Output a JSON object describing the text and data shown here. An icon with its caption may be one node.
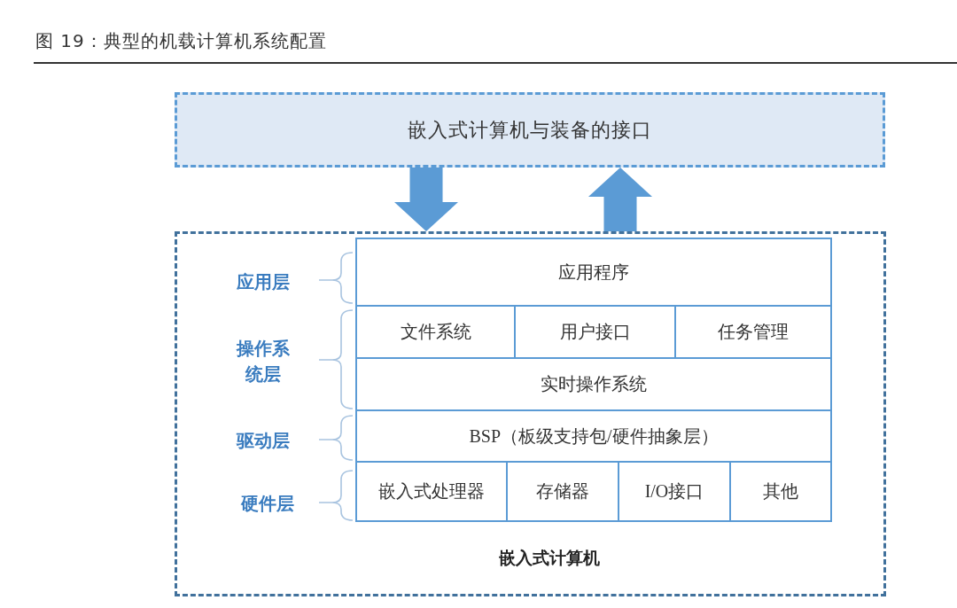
{
  "diagram": {
    "title": "图 19：典型的机载计算机系统配置",
    "nodes": [
      {
        "text": [
          "嵌入式计算机与装备的接口"
        ]
      },
      {
        "text": [
          "嵌入式计算机"
        ]
      },
      {
        "text": [
          "应用程序"
        ],
        "in": 1
      },
      {
        "text": [
          "文件系统"
        ],
        "in": 1
      },
      {
        "text": [
          "用户接口"
        ],
        "in": 1
      },
      {
        "text": [
          "任务管理"
        ],
        "in": 1
      },
      {
        "text": [
          "实时操作系统"
        ],
        "in": 1
      },
      {
        "text": [
          "BSP（板级支持包/硬件抽象层）"
        ],
        "in": 1
      },
      {
        "text": [
          "嵌入式处理器"
        ],
        "in": 1
      },
      {
        "text": [
          "存储器"
        ],
        "in": 1
      },
      {
        "text": [
          "I/O接口"
        ],
        "in": 1
      },
      {
        "text": [
          "其他"
        ],
        "in": 1
      }
    ],
    "edges": [
      {
        "from": 0,
        "to": 1,
        "arrow": "to"
      },
      {
        "from": 1,
        "to": 0,
        "arrow": "to"
      }
    ],
    "labels": [
      "应用层",
      "操作系统层",
      "驱动层",
      "硬件层"
    ]
  }
}
